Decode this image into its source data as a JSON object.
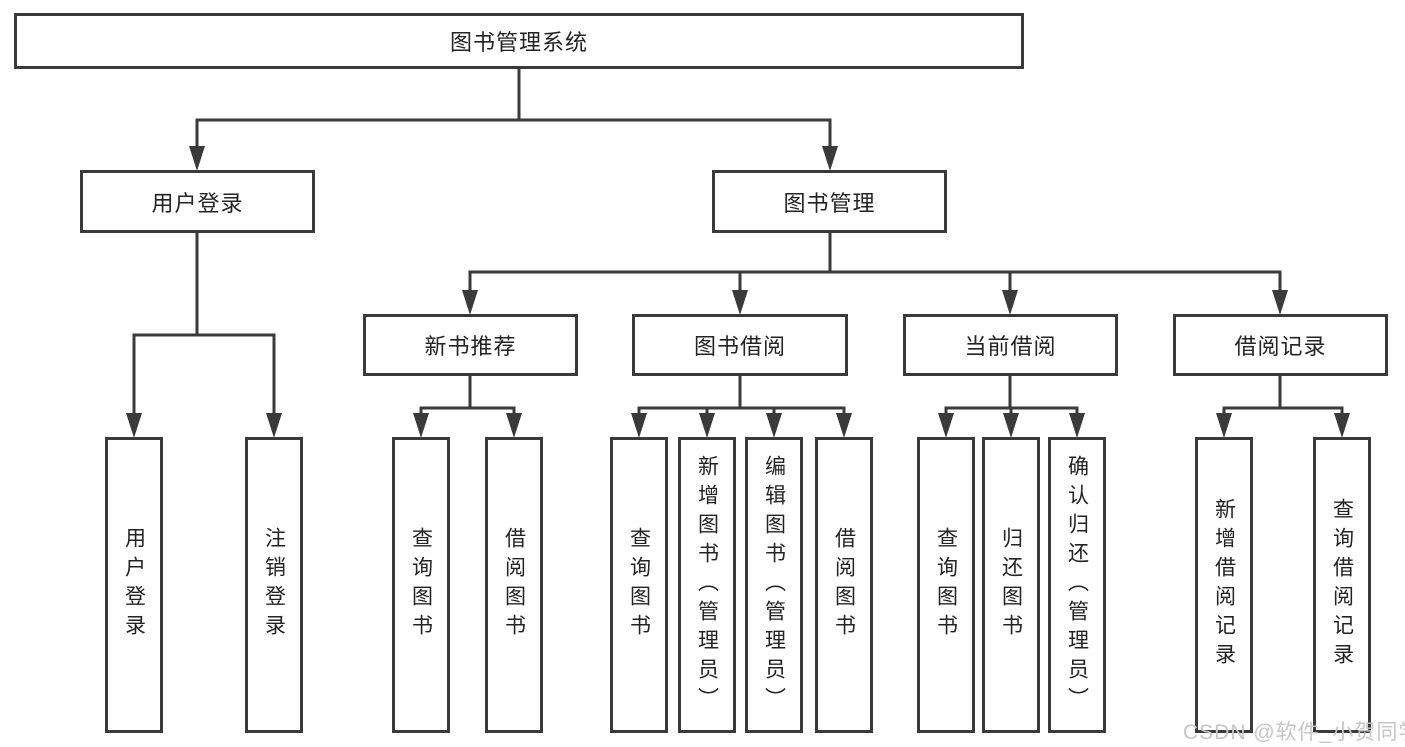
{
  "diagram": {
    "title": "图书管理系统",
    "watermark": "CSDN @软件_小贺同学",
    "colors": {
      "line": "#3a3a3a",
      "text": "#232323",
      "watermark": "#c6c6c6",
      "background": "#ffffff"
    },
    "tree": {
      "label": "图书管理系统",
      "children": [
        {
          "label": "用户登录",
          "children": [
            {
              "label": "用户登录"
            },
            {
              "label": "注销登录"
            }
          ]
        },
        {
          "label": "图书管理",
          "children": [
            {
              "label": "新书推荐",
              "children": [
                {
                  "label": "查询图书"
                },
                {
                  "label": "借阅图书"
                }
              ]
            },
            {
              "label": "图书借阅",
              "children": [
                {
                  "label": "查询图书"
                },
                {
                  "label": "新增图书（管理员）"
                },
                {
                  "label": "编辑图书（管理员）"
                },
                {
                  "label": "借阅图书"
                }
              ]
            },
            {
              "label": "当前借阅",
              "children": [
                {
                  "label": "查询图书"
                },
                {
                  "label": "归还图书"
                },
                {
                  "label": "确认归还（管理员）"
                }
              ]
            },
            {
              "label": "借阅记录",
              "children": [
                {
                  "label": "新增借阅记录"
                },
                {
                  "label": "查询借阅记录"
                }
              ]
            }
          ]
        }
      ]
    }
  }
}
